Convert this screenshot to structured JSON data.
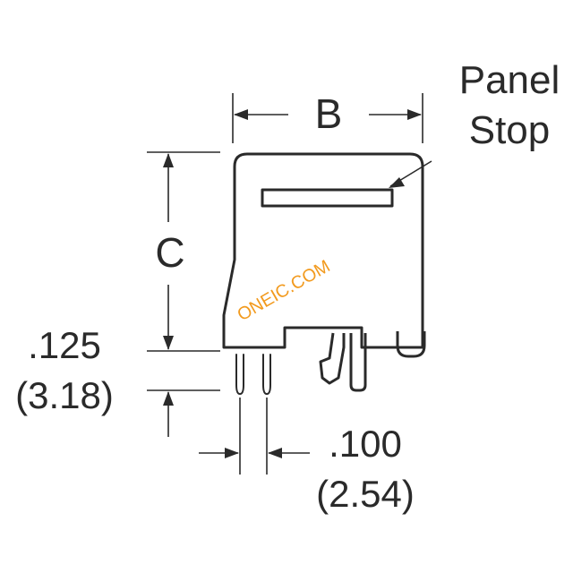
{
  "labels": {
    "width_letter": "B",
    "height_letter": "C",
    "panel_stop_line1": "Panel",
    "panel_stop_line2": "Stop",
    "pin_offset_in": ".125",
    "pin_offset_mm": "(3.18)",
    "pin_pitch_in": ".100",
    "pin_pitch_mm": "(2.54)"
  },
  "watermark": "ONEIC.COM",
  "colors": {
    "line": "#2a2a2a",
    "watermark": "#f29a1e",
    "background": "#ffffff"
  }
}
